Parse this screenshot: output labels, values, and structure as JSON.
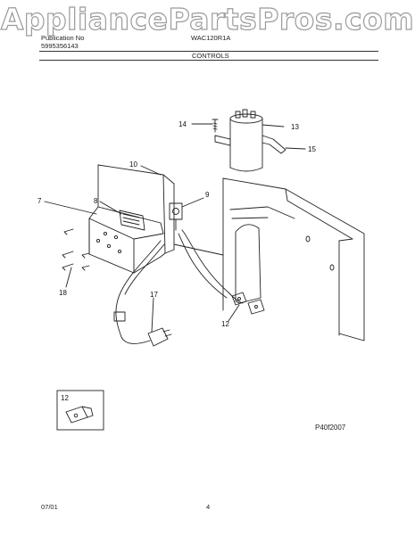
{
  "watermark": "AppliancePartsPros.com",
  "header": {
    "publication_label": "Publication No",
    "publication_number": "5995356143",
    "model": "WAC120R1A",
    "section_title": "CONTROLS"
  },
  "callouts": [
    "14",
    "13",
    "15",
    "10",
    "9",
    "7",
    "8",
    "18",
    "17",
    "12"
  ],
  "inset": {
    "label": "12"
  },
  "figure_code": "P40f2007",
  "footer": {
    "date": "07/01",
    "page": "4"
  }
}
